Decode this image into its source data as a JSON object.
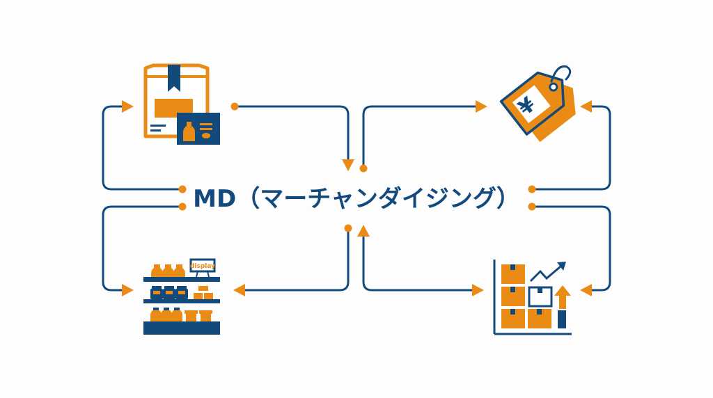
{
  "title": "MD（マーチャンダイジング）",
  "colors": {
    "navy": "#134a7c",
    "orange": "#e98b14",
    "background": "#fdfdfd"
  },
  "nodes": [
    {
      "id": "product-planning",
      "icon": "product-box-with-label-card-icon",
      "position": "top-left"
    },
    {
      "id": "pricing",
      "icon": "yen-price-tag-icon",
      "position": "top-right"
    },
    {
      "id": "display",
      "icon": "store-shelf-display-icon",
      "position": "bottom-left",
      "label_on_icon": "display"
    },
    {
      "id": "inventory",
      "icon": "inventory-growth-chart-icon",
      "position": "bottom-right"
    }
  ],
  "connectors": [
    {
      "from": "center",
      "to": "product-planning",
      "style": "dot-to-arrow"
    },
    {
      "from": "product-planning",
      "to": "center",
      "style": "dot-to-arrow"
    },
    {
      "from": "center",
      "to": "pricing",
      "style": "dot-to-arrow"
    },
    {
      "from": "center",
      "to": "pricing",
      "style": "dot-to-arrow"
    },
    {
      "from": "center",
      "to": "display",
      "style": "dot-to-arrow"
    },
    {
      "from": "center",
      "to": "display",
      "style": "dot-to-arrow"
    },
    {
      "from": "center",
      "to": "inventory",
      "style": "dot-to-arrow"
    },
    {
      "from": "center",
      "to": "inventory",
      "style": "arrow-to-arrow"
    }
  ]
}
